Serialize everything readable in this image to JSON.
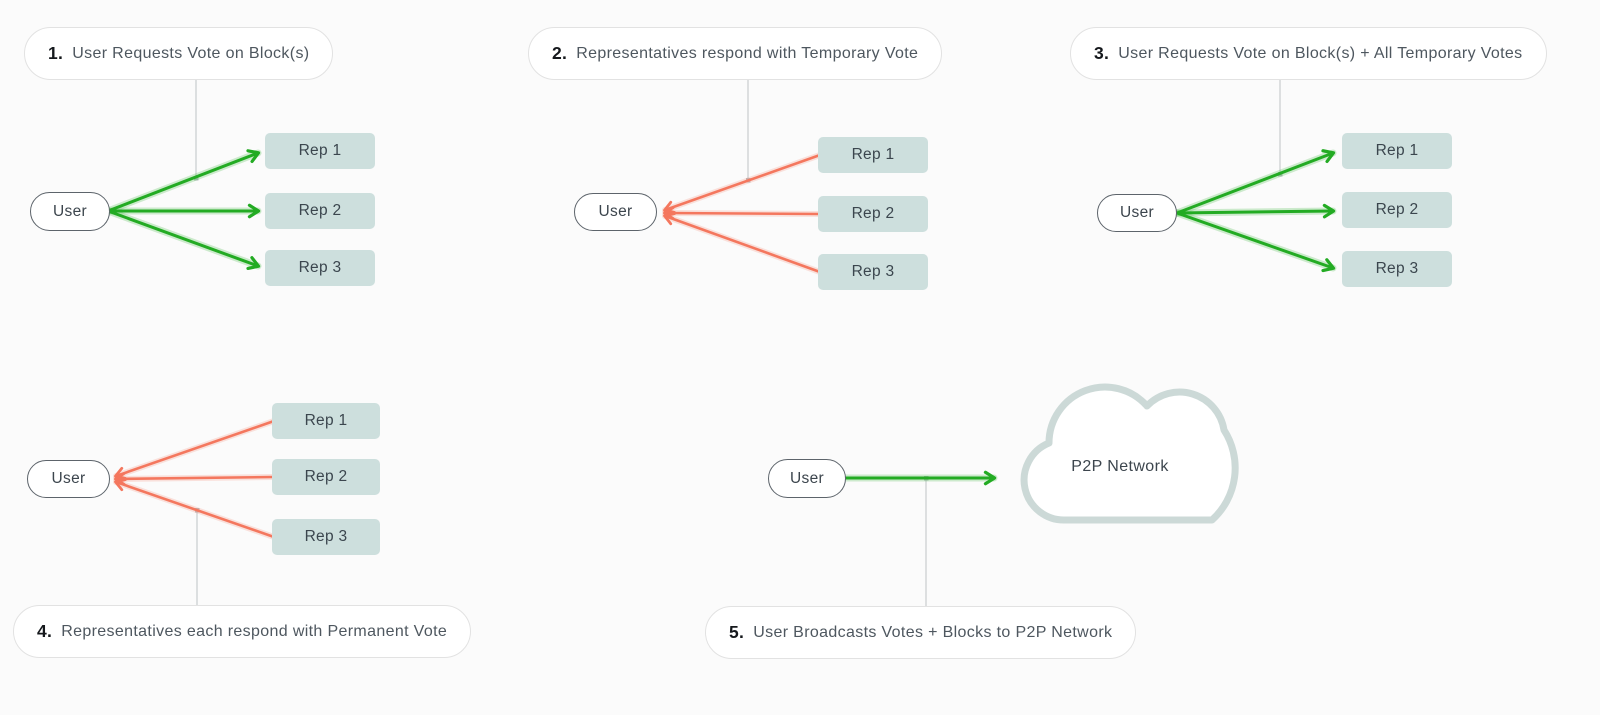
{
  "diagram_title": "Block voting process flow",
  "colors": {
    "background": "#fbfbfb",
    "green_arrow": "#23ab23",
    "salmon_arrow": "#f4775e",
    "rep_fill": "#cddfdd",
    "cloud_outline": "#ccd9d7"
  },
  "panels": [
    {
      "number": "1.",
      "title": "User Requests Vote on Block(s)",
      "user_label": "User",
      "reps": [
        "Rep 1",
        "Rep 2",
        "Rep 3"
      ],
      "arrow_direction": "user-to-reps",
      "arrow_color": "green"
    },
    {
      "number": "2.",
      "title": "Representatives respond with Temporary Vote",
      "user_label": "User",
      "reps": [
        "Rep 1",
        "Rep 2",
        "Rep 3"
      ],
      "arrow_direction": "reps-to-user",
      "arrow_color": "salmon"
    },
    {
      "number": "3.",
      "title": "User Requests Vote on Block(s) + All Temporary Votes",
      "user_label": "User",
      "reps": [
        "Rep 1",
        "Rep 2",
        "Rep 3"
      ],
      "arrow_direction": "user-to-reps",
      "arrow_color": "green"
    },
    {
      "number": "4.",
      "title": "Representatives each respond with Permanent Vote",
      "user_label": "User",
      "reps": [
        "Rep 1",
        "Rep 2",
        "Rep 3"
      ],
      "arrow_direction": "reps-to-user",
      "arrow_color": "salmon"
    },
    {
      "number": "5.",
      "title": "User Broadcasts Votes + Blocks to P2P Network",
      "user_label": "User",
      "cloud_label": "P2P Network",
      "arrow_direction": "user-to-network",
      "arrow_color": "green"
    }
  ]
}
